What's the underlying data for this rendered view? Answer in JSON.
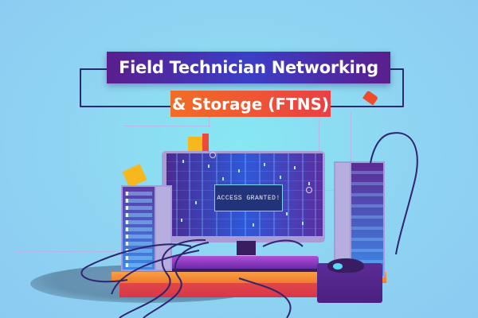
{
  "banner": {
    "title_line1": "Field Technician Networking",
    "title_line2": "& Storage (FTNS)"
  },
  "monitor": {
    "screen_message": "ACCESS GRANTED!"
  },
  "colors": {
    "background": "#8fd6f2",
    "banner_purple": "#5a1e8c",
    "banner_blue": "#3b3fc8",
    "banner_orange": "#f26d25",
    "banner_red": "#ea3f43",
    "desk_orange": "#f07a2a",
    "screen_blue": "#2f58d8",
    "accent_yellow": "#f7b81d"
  },
  "illustration": {
    "elements": [
      "server-tower-left",
      "monitor",
      "keyboard",
      "server-tower-right",
      "trackball-mouse",
      "desk",
      "cables",
      "sticky-notes"
    ]
  }
}
